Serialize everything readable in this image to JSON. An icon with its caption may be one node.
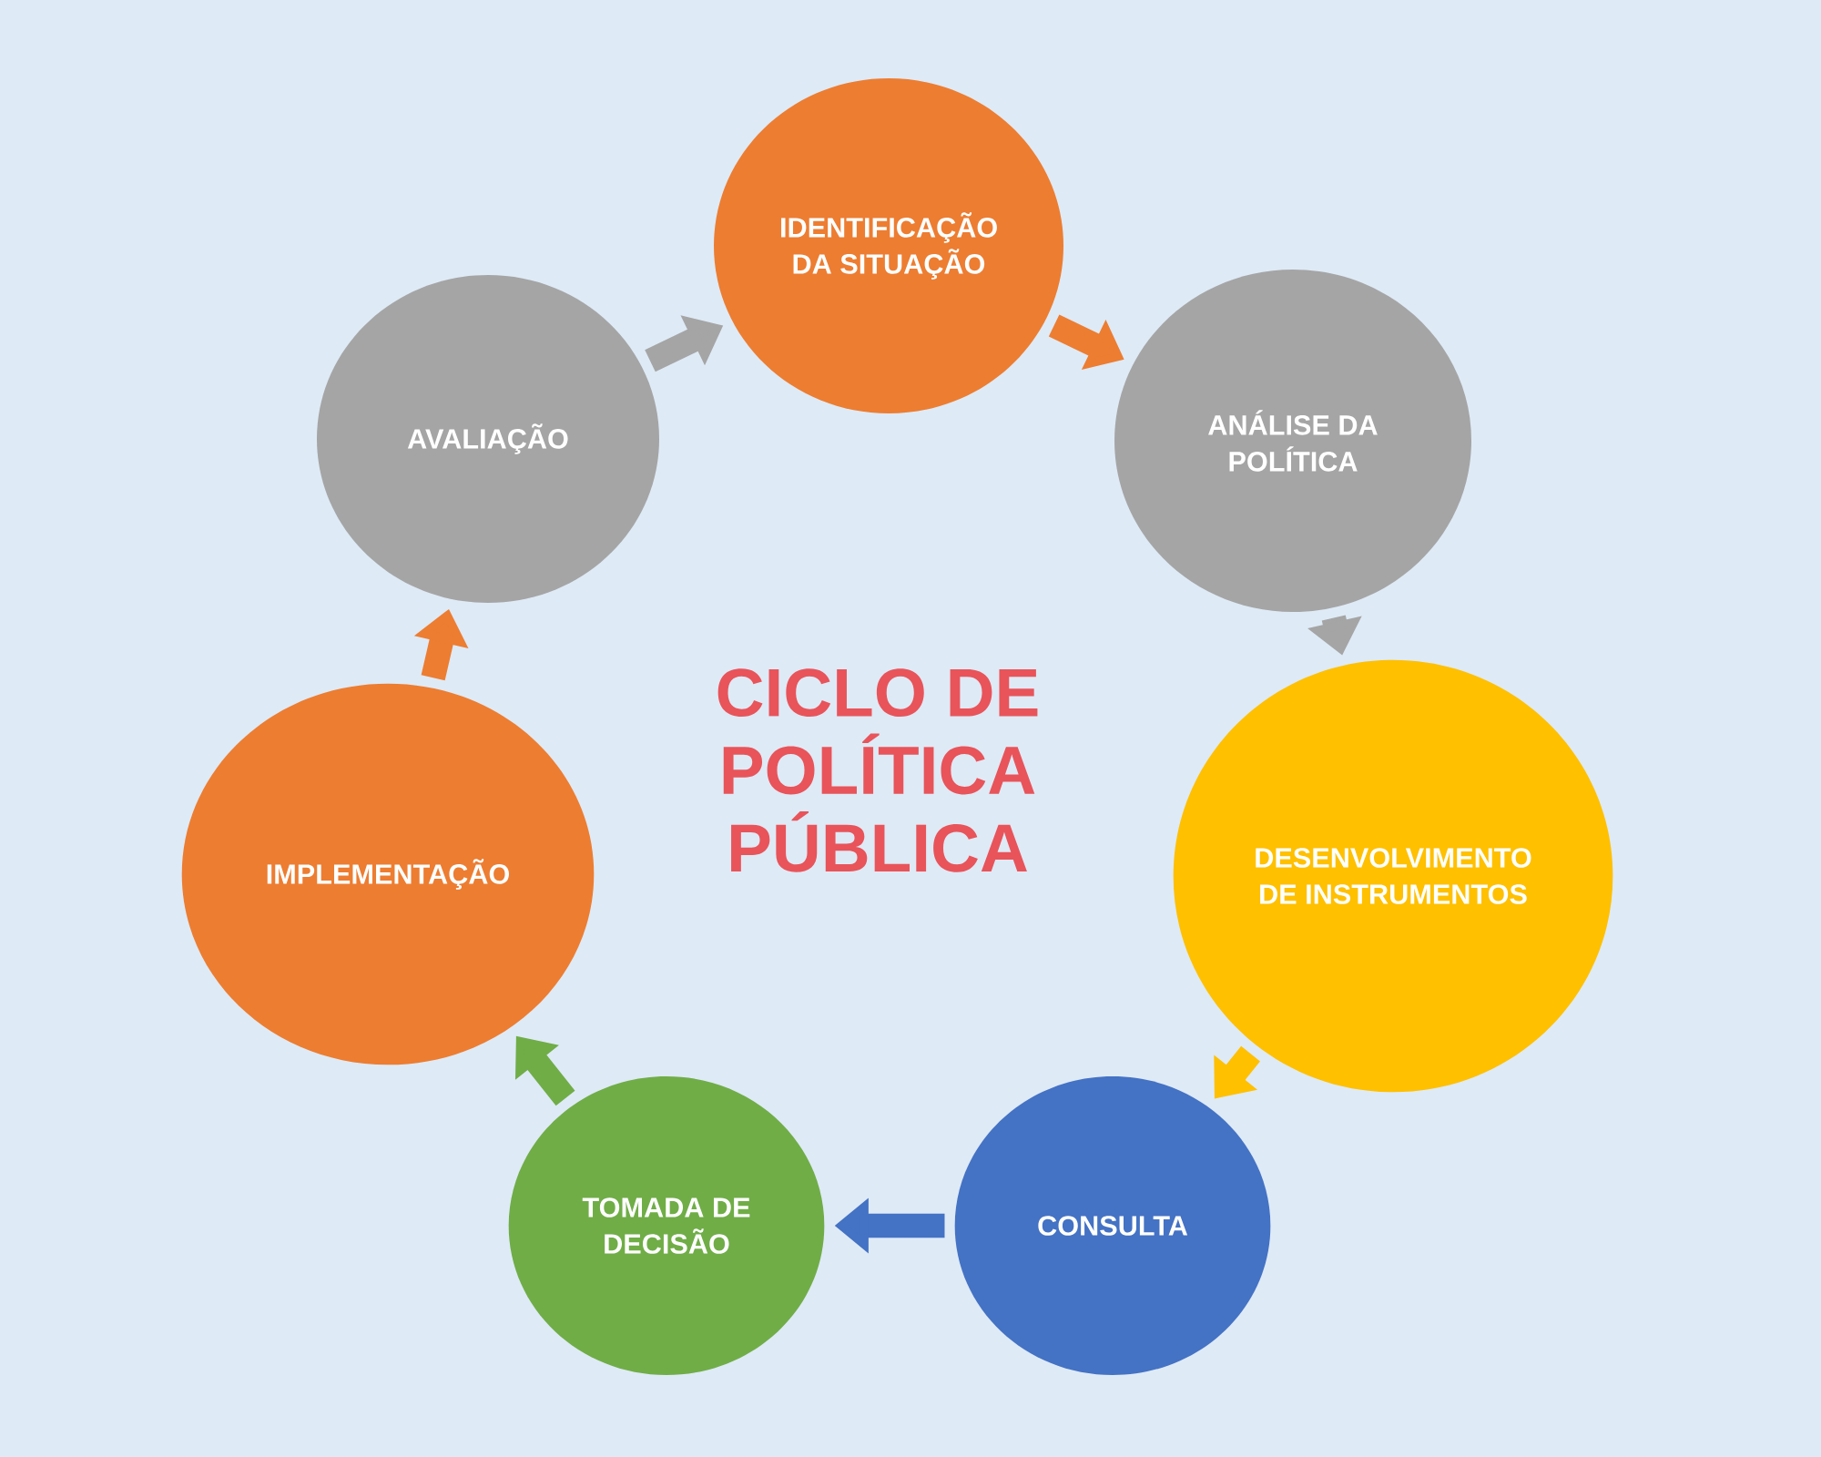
{
  "diagram": {
    "title": "CICLO DE POLÍTICA PÚBLICA",
    "nodes": [
      {
        "text": [
          "IDENTIFICAÇÃO DA SITUAÇÃO"
        ]
      },
      {
        "text": [
          "ANÁLISE DA POLÍTICA"
        ]
      },
      {
        "text": [
          "DESENVOLVIMENTO DE INSTRUMENTOS"
        ]
      },
      {
        "text": [
          "CONSULTA"
        ]
      },
      {
        "text": [
          "TOMADA DE DECISÃO"
        ]
      },
      {
        "text": [
          "IMPLEMENTAÇÃO"
        ]
      },
      {
        "text": [
          "AVALIAÇÃO"
        ]
      }
    ],
    "edges": [
      {
        "from": 0,
        "to": 1,
        "arrow": "to",
        "color": "#ed7d31"
      },
      {
        "from": 1,
        "to": 2,
        "arrow": "to",
        "color": "#a5a5a5"
      },
      {
        "from": 2,
        "to": 3,
        "arrow": "to",
        "color": "#ffc000"
      },
      {
        "from": 3,
        "to": 4,
        "arrow": "to",
        "color": "#4472c4"
      },
      {
        "from": 4,
        "to": 5,
        "arrow": "to",
        "color": "#70ad47"
      },
      {
        "from": 5,
        "to": 6,
        "arrow": "to",
        "color": "#ed7d31"
      },
      {
        "from": 6,
        "to": 0,
        "arrow": "to",
        "color": "#a5a5a5"
      }
    ]
  }
}
